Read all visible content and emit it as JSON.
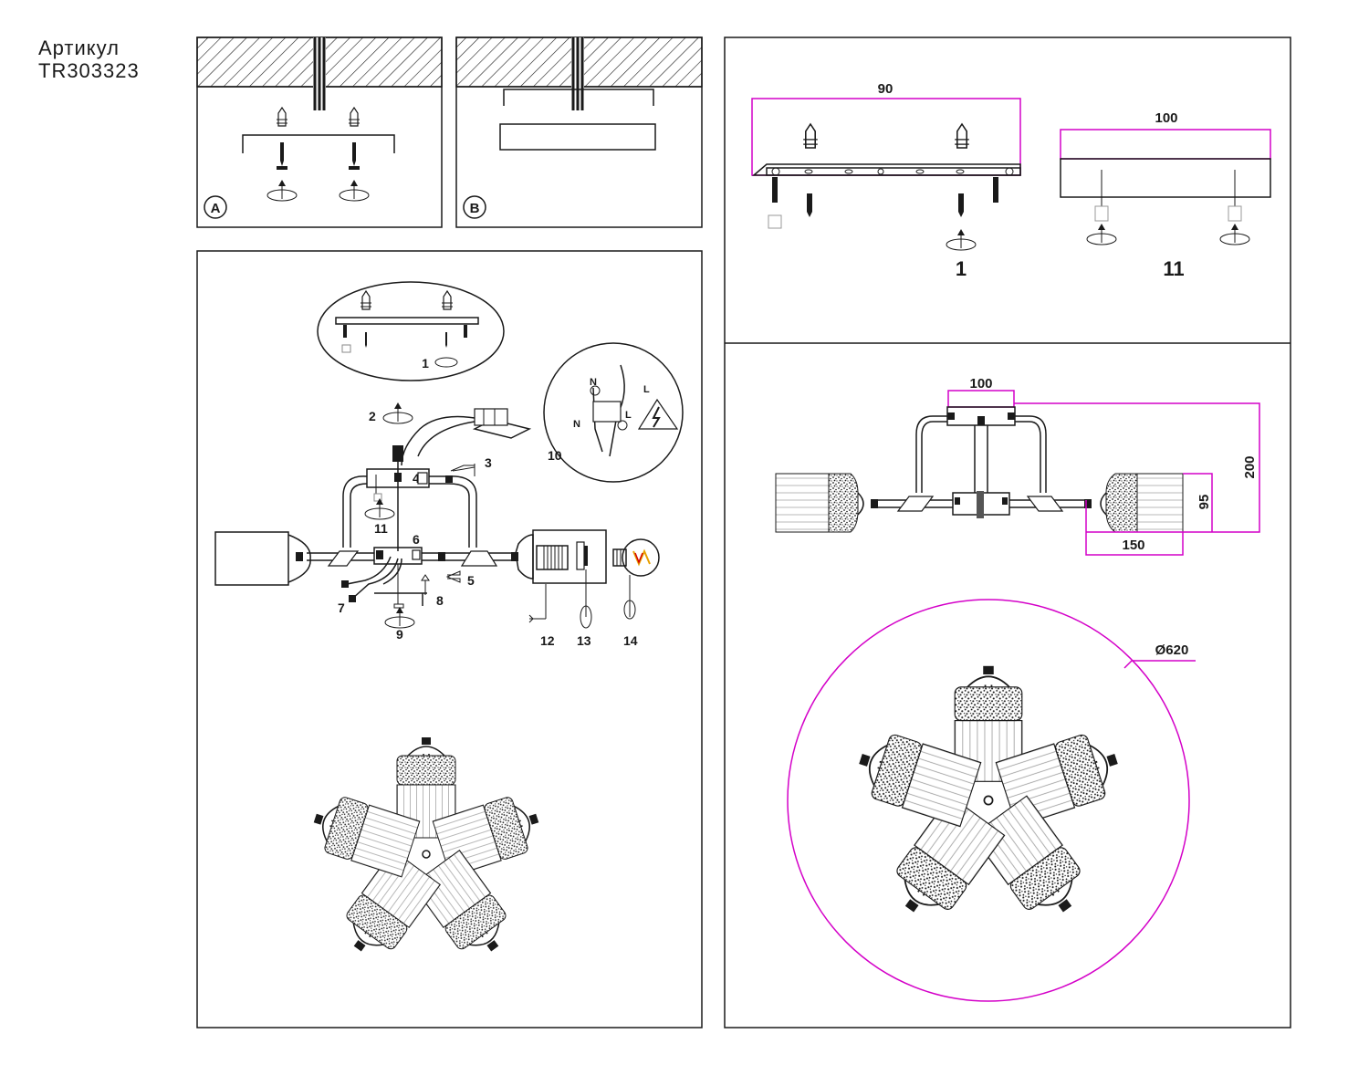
{
  "article": {
    "label": "Артикул",
    "code": "TR303323"
  },
  "panels": {
    "A": {
      "badge": "A"
    },
    "B": {
      "badge": "B"
    }
  },
  "assembly_steps": {
    "s1": "1",
    "s2": "2",
    "s3": "3",
    "s4": "4",
    "s5": "5",
    "s6": "6",
    "s7": "7",
    "s8": "8",
    "s9": "9",
    "s10": "10",
    "s11": "11",
    "s12": "12",
    "s13": "13",
    "s14": "14"
  },
  "wiring": {
    "n": "N",
    "l": "L"
  },
  "mounting": {
    "bracket_width": "90",
    "cover_width": "100",
    "bracket_part": "1",
    "cover_part": "11"
  },
  "dimensions": {
    "canopy_width": "100",
    "total_height": "200",
    "shade_height": "95",
    "shade_length": "150",
    "diameter": "Ø620"
  }
}
